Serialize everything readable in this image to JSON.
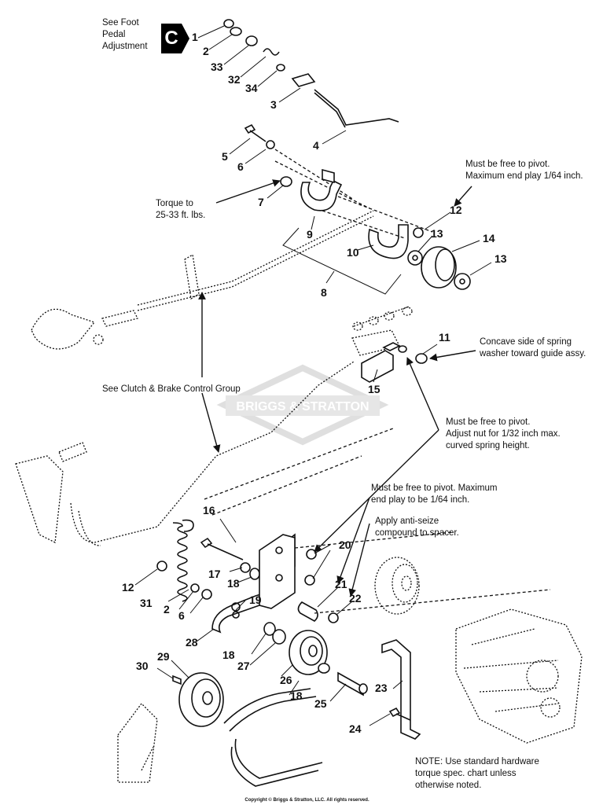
{
  "callout": {
    "letter": "C",
    "text": "See Foot\nPedal\nAdjustment"
  },
  "notes": {
    "pivot_12": "Must be free to pivot.\nMaximum end play 1/64 inch.",
    "torque": "Torque to\n25-33 ft. lbs.",
    "concave": "Concave side of spring\nwasher toward guide assy.",
    "clutch_brake": "See Clutch & Brake Control Group",
    "pivot_15": "Must be free to pivot.\nAdjust nut for 1/32 inch max.\ncurved spring height.",
    "pivot_20": "Must be free to pivot. Maximum\nend play to be 1/64 inch.",
    "anti_seize": "Apply anti-seize\ncompound to spacer.",
    "hardware": "NOTE: Use standard hardware\ntorque spec. chart unless\notherwise noted."
  },
  "watermark": "BRIGGS & STRATTON",
  "copyright": "Copyright © Briggs & Stratton, LLC. All rights reserved.",
  "part_numbers": [
    "1",
    "2",
    "33",
    "32",
    "34",
    "3",
    "4",
    "5",
    "6",
    "7",
    "9",
    "10",
    "12",
    "13",
    "14",
    "13",
    "8",
    "11",
    "15",
    "16",
    "20",
    "12",
    "17",
    "18",
    "21",
    "22",
    "31",
    "2",
    "6",
    "19",
    "28",
    "18",
    "27",
    "26",
    "29",
    "30",
    "18",
    "25",
    "23",
    "24"
  ]
}
